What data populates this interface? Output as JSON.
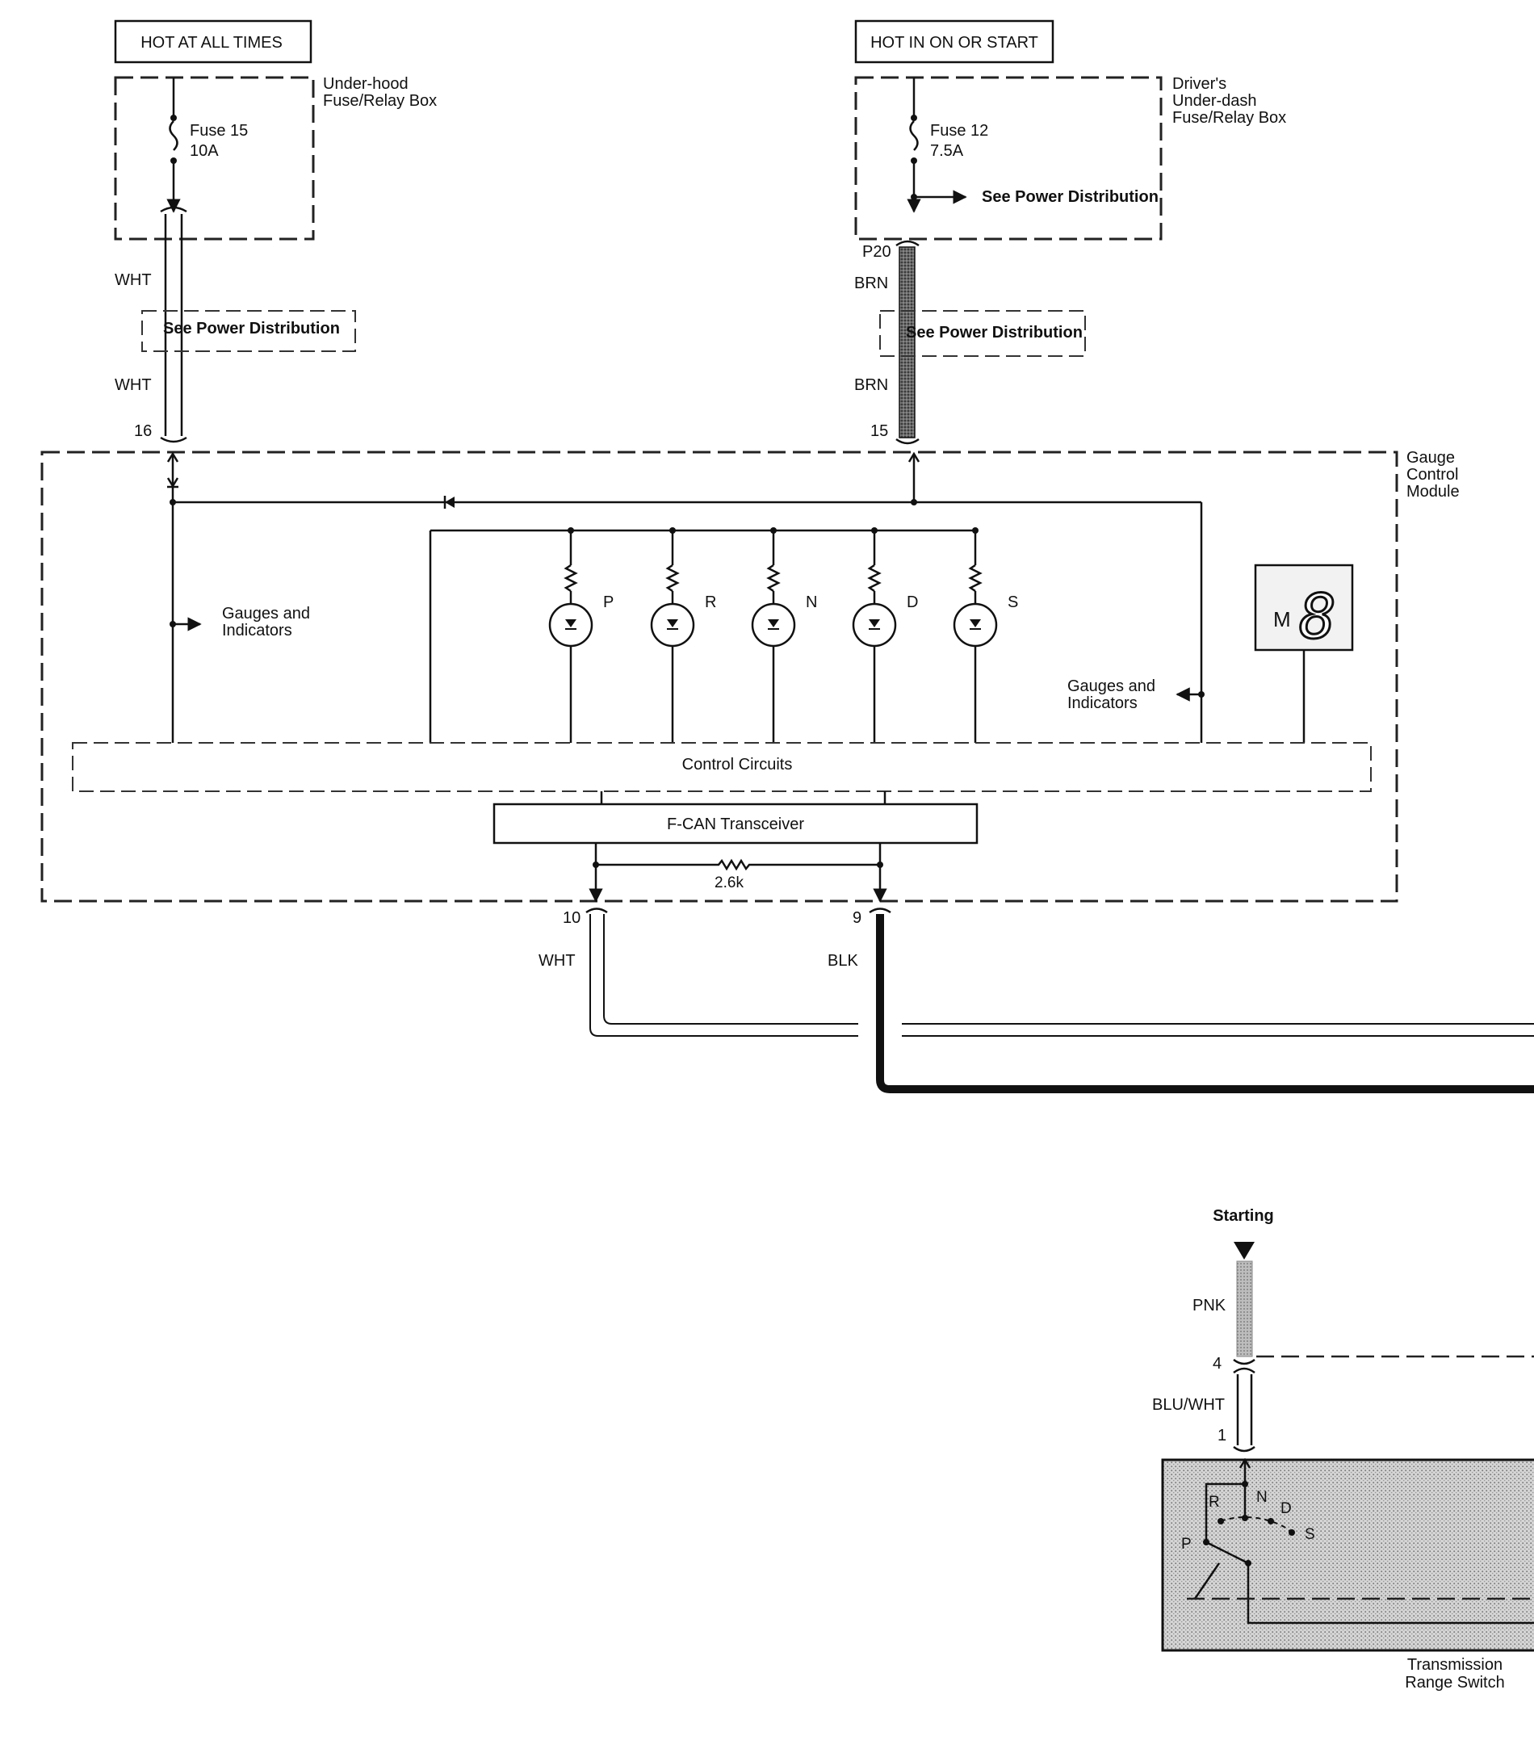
{
  "power_sources": {
    "hot_at_all_times": "HOT AT ALL TIMES",
    "hot_in_on_or_start": "HOT IN ON OR START"
  },
  "fuse_boxes": {
    "underhood_line1": "Under-hood",
    "underhood_line2": "Fuse/Relay Box",
    "underdash_line1": "Driver's",
    "underdash_line2": "Under-dash",
    "underdash_line3": "Fuse/Relay Box"
  },
  "fuses": {
    "fuse15_name": "Fuse 15",
    "fuse15_rating": "10A",
    "fuse12_name": "Fuse 12",
    "fuse12_rating": "7.5A"
  },
  "references": {
    "see_power_distribution": "See Power Distribution"
  },
  "wires": {
    "wht": "WHT",
    "brn": "BRN",
    "blk": "BLK",
    "pnk": "PNK",
    "blu_wht": "BLU/WHT"
  },
  "connectors": {
    "p20": "P20",
    "pin16": "16",
    "pin15": "15",
    "pin10": "10",
    "pin9": "9",
    "pin4": "4",
    "pin1": "1"
  },
  "gauge_module": {
    "title_line1": "Gauge",
    "title_line2": "Control",
    "title_line3": "Module",
    "gauges_line1": "Gauges and",
    "gauges_line2": "Indicators",
    "control_circuits": "Control Circuits",
    "transceiver": "F-CAN Transceiver",
    "resistor": "2.6k",
    "display_mode": "M",
    "display_digit": "8"
  },
  "indicators": [
    "P",
    "R",
    "N",
    "D",
    "S"
  ],
  "starting": {
    "label": "Starting"
  },
  "range_switch": {
    "title_line1": "Transmission",
    "title_line2": "Range Switch",
    "positions": [
      "P",
      "R",
      "N",
      "D",
      "S"
    ]
  }
}
